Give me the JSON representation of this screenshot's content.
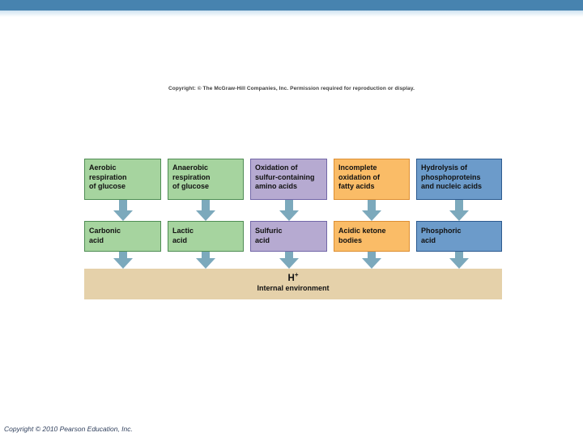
{
  "page": {
    "header_copyright": "Copyright: © The McGraw-Hill Companies, Inc. Permission required for reproduction or display.",
    "footer_copyright": "Copyright © 2010 Pearson Education, Inc."
  },
  "colors": {
    "top_bar": "#4783af",
    "arrow": "#7ca9bc"
  },
  "diagram": {
    "columns": [
      {
        "process": "Aerobic\nrespiration\nof glucose",
        "acid": "Carbonic\nacid",
        "fill": "#a6d49f",
        "border": "#4f8d54"
      },
      {
        "process": "Anaerobic\nrespiration\nof glucose",
        "acid": "Lactic\nacid",
        "fill": "#a6d49f",
        "border": "#4f8d54"
      },
      {
        "process": "Oxidation of\nsulfur-containing\namino acids",
        "acid": "Sulfuric\nacid",
        "fill": "#b6aad1",
        "border": "#7267a8"
      },
      {
        "process": "Incomplete\noxidation of\nfatty acids",
        "acid": "Acidic ketone\nbodies",
        "fill": "#fabc67",
        "border": "#dd8f33"
      },
      {
        "process": "Hydrolysis of\nphosphoproteins\nand nucleic acids",
        "acid": "Phosphoric\nacid",
        "fill": "#6c9bca",
        "border": "#2c5a8f"
      }
    ],
    "sink": {
      "ion": "H",
      "charge": "+",
      "label": "Internal environment",
      "fill": "#e5d1aa"
    }
  }
}
